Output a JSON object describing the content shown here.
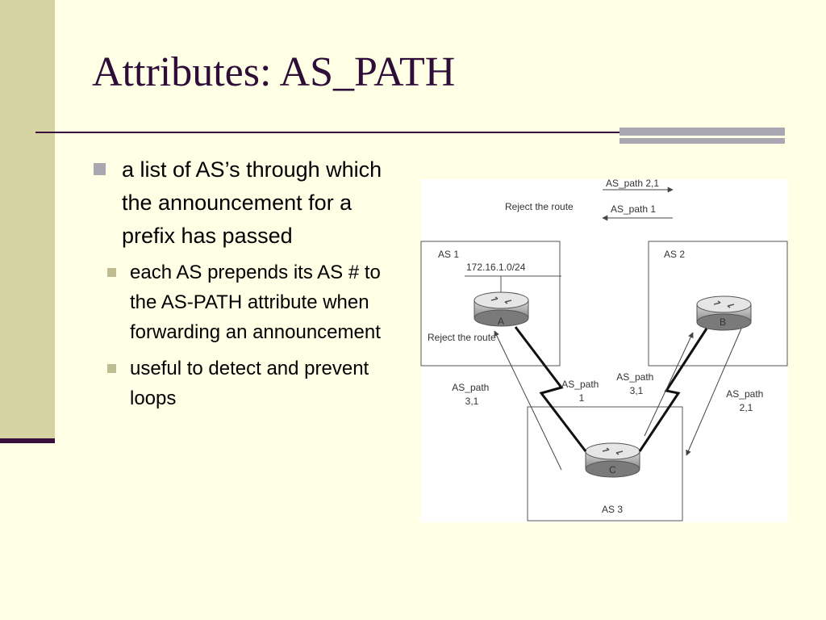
{
  "slide": {
    "title": "Attributes: AS_PATH",
    "bullets": [
      {
        "text": "a list of AS’s through which the announcement for a prefix has passed",
        "children": [
          {
            "text": "each AS prepends its AS # to the AS-PATH attribute when forwarding an announcement"
          },
          {
            "text": "useful to detect and prevent loops"
          }
        ]
      }
    ]
  },
  "diagram": {
    "top_arrow_right": "AS_path 2,1",
    "top_arrow_left": "AS_path 1",
    "reject_top": "Reject the route",
    "as1": "AS 1",
    "as2": "AS 2",
    "as3": "AS 3",
    "prefix": "172.16.1.0/24",
    "router_a": "A",
    "router_b": "B",
    "router_c": "C",
    "reject_a": "Reject the route",
    "path_c_to_a_l1": "AS_path",
    "path_c_to_a_l2": "3,1",
    "path_a_to_c_l1": "AS_path",
    "path_a_to_c_l2": "1",
    "path_c_to_b_l1": "AS_path",
    "path_c_to_b_l2": "3,1",
    "path_b_to_c_l1": "AS_path",
    "path_b_to_c_l2": "2,1"
  },
  "colors": {
    "background": "#FFFFE5",
    "band": "#D6D3A2",
    "accent": "#3A0F3E",
    "bullet_gray": "#A9A8B2"
  }
}
